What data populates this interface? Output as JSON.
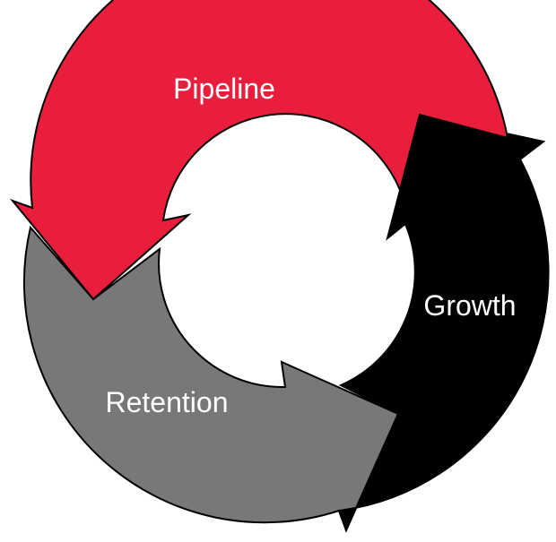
{
  "diagram": {
    "stages": [
      {
        "id": "pipeline",
        "label": "Pipeline",
        "color": "#e81e3c",
        "label_color": "#ffffff"
      },
      {
        "id": "growth",
        "label": "Growth",
        "color": "#000000",
        "label_color": "#ffffff"
      },
      {
        "id": "retention",
        "label": "Retention",
        "color": "#77787a",
        "label_color": "#ffffff"
      }
    ],
    "outline_color": "#000000",
    "background": "#ffffff"
  }
}
